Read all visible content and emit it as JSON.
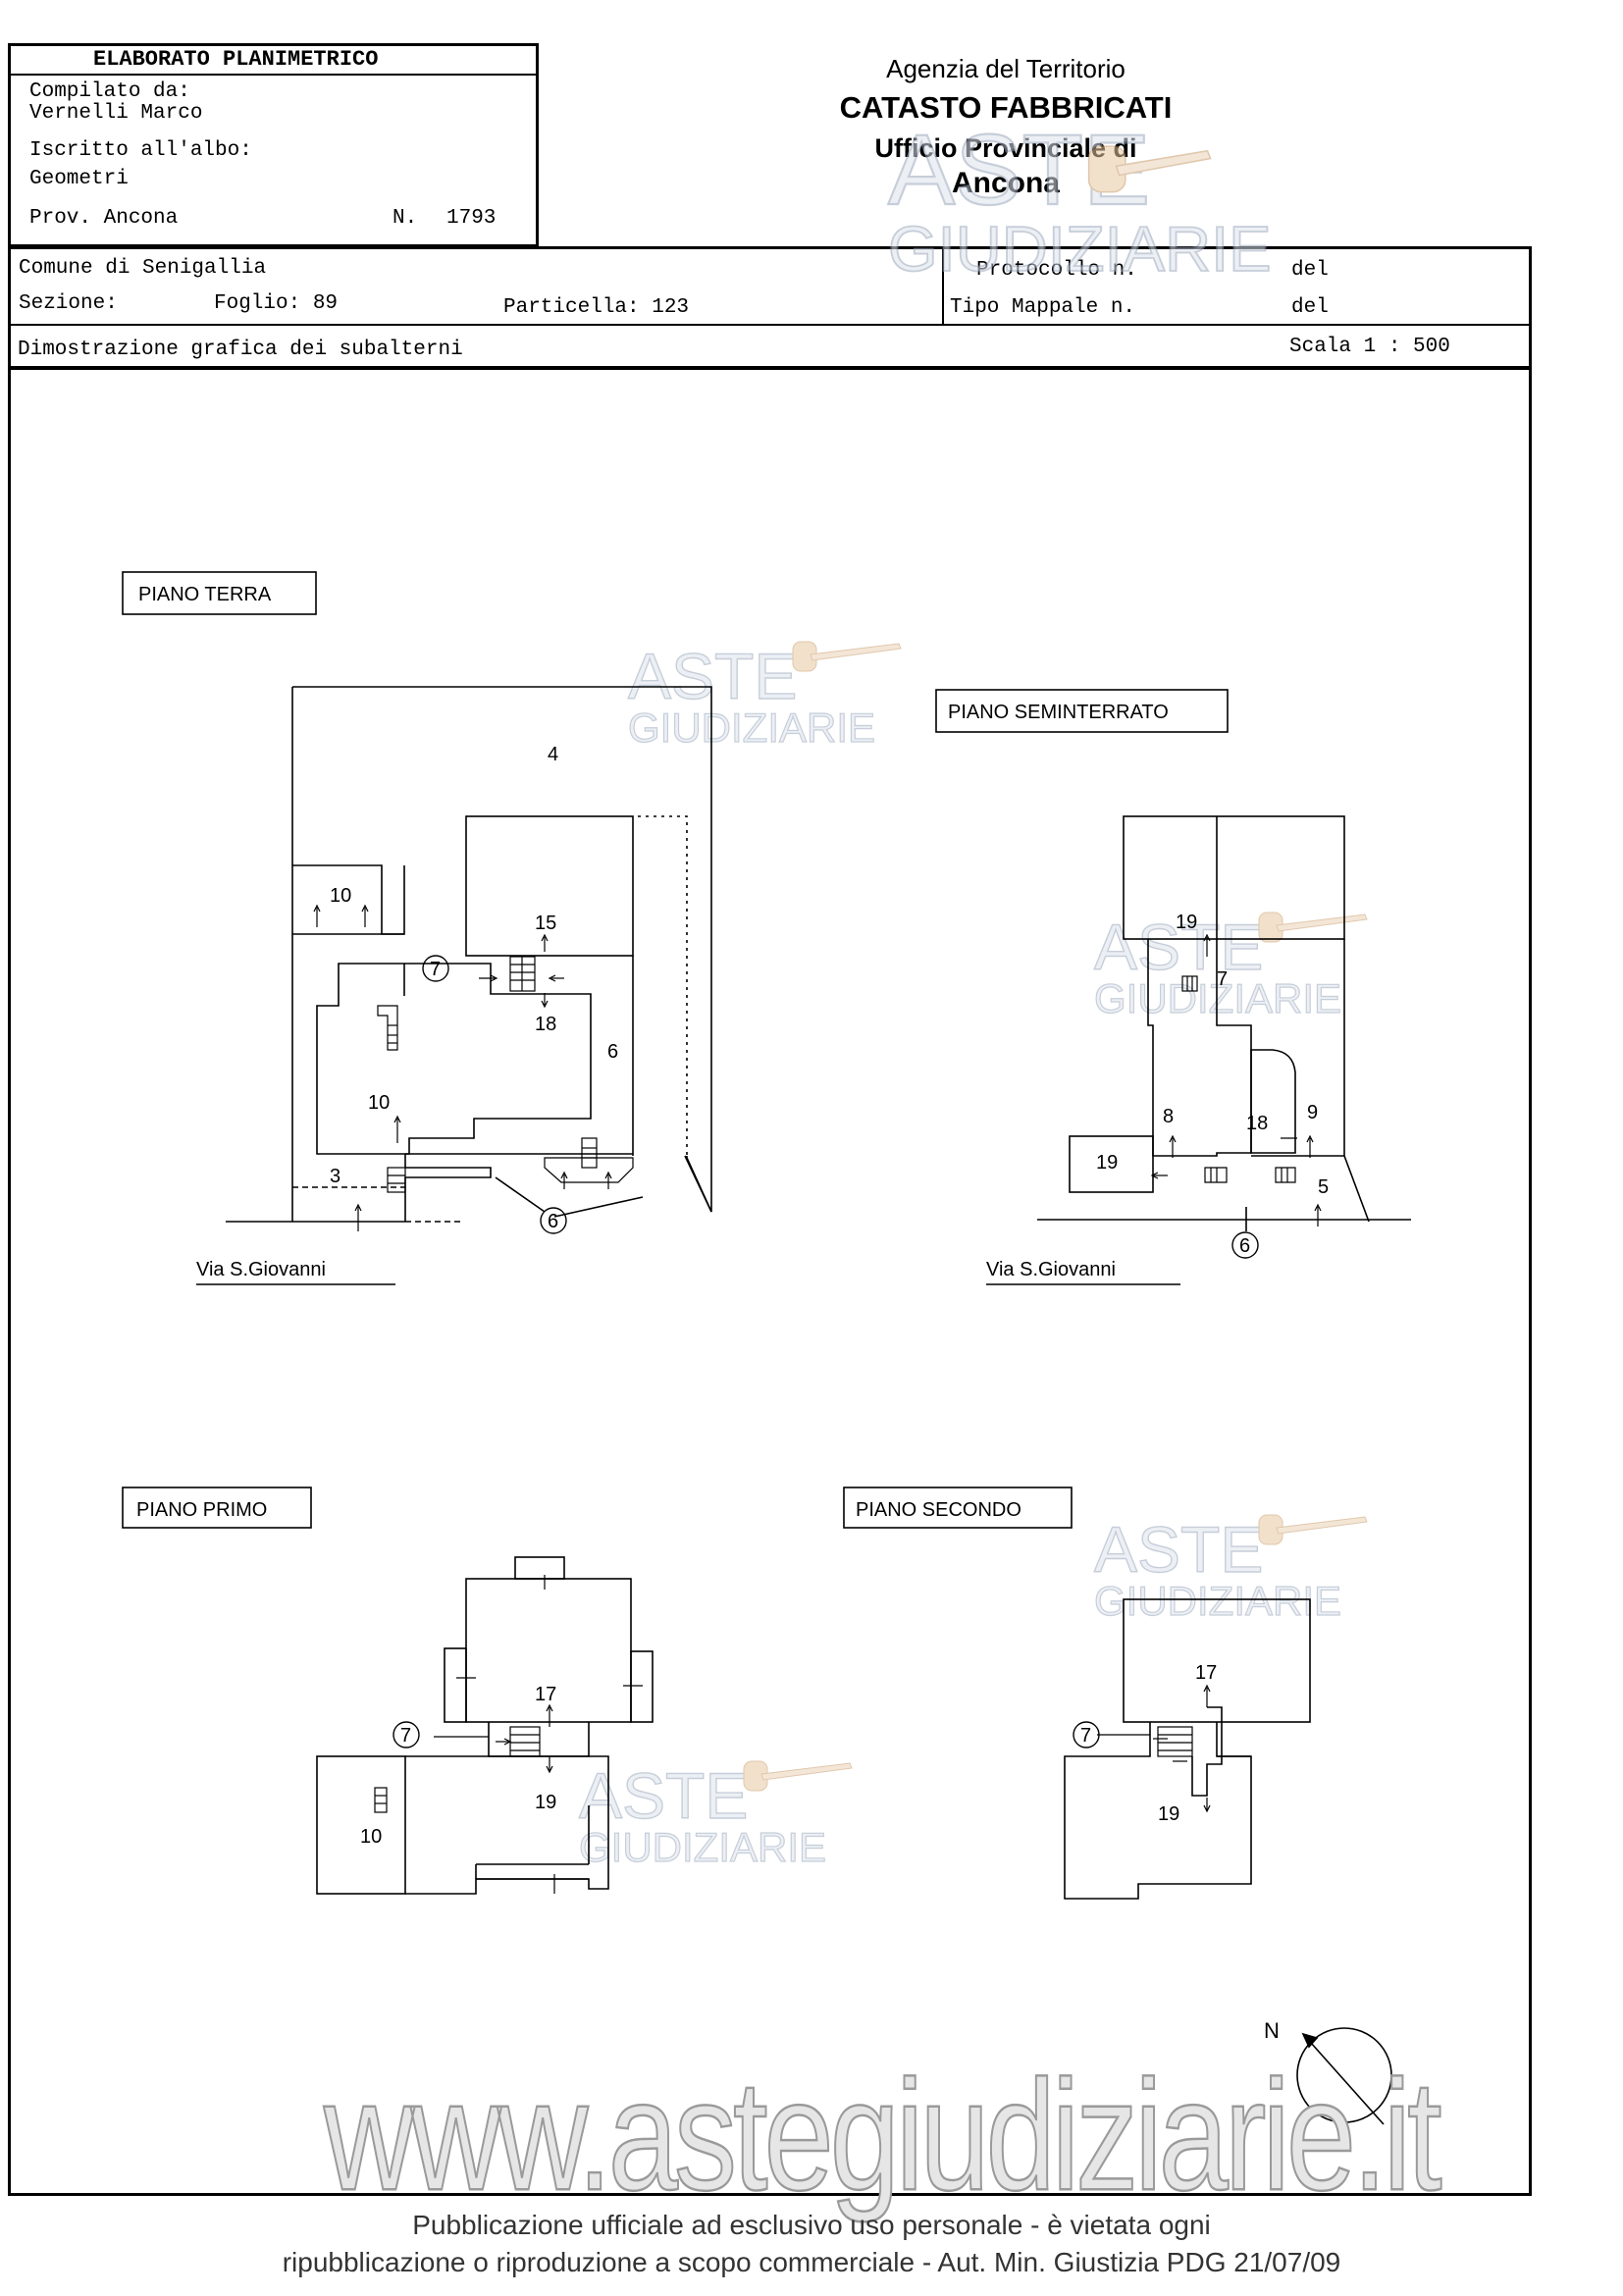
{
  "header": {
    "doc_title": "ELABORATO PLANIMETRICO",
    "compiled_label": "Compilato da:",
    "compiled_name": "Vernelli Marco",
    "albo_label": "Iscritto all'albo:",
    "albo_value": "Geometri",
    "prov_label": "Prov. Ancona",
    "num_label": "N.",
    "num_value": "1793",
    "agency_line1": "Agenzia del Territorio",
    "agency_line2": "CATASTO FABBRICATI",
    "agency_line3": "Ufficio Provinciale di",
    "agency_line4": "Ancona",
    "comune": "Comune di  Senigallia",
    "sezione": "Sezione:",
    "foglio": "Foglio: 89",
    "particella": "Particella: 123",
    "protocollo": "Protocollo n.",
    "protocollo_del": "del",
    "tipo_mappale": "Tipo Mappale n.",
    "tipo_del": "del",
    "dimostrazione": "Dimostrazione grafica dei subalterni",
    "scala": "Scala 1 : 500"
  },
  "plans": {
    "terra": {
      "title": "PIANO TERRA",
      "street": "Via S.Giovanni",
      "labels": [
        "4",
        "10",
        "15",
        "7",
        "18",
        "6",
        "10",
        "3",
        "6"
      ]
    },
    "seminterrato": {
      "title": "PIANO SEMINTERRATO",
      "street": "Via S.Giovanni",
      "labels": [
        "19",
        "7",
        "8",
        "18",
        "9",
        "19",
        "5",
        "6"
      ]
    },
    "primo": {
      "title": "PIANO PRIMO",
      "labels": [
        "17",
        "7",
        "19",
        "10"
      ]
    },
    "secondo": {
      "title": "PIANO SECONDO",
      "labels": [
        "17",
        "7",
        "19"
      ]
    }
  },
  "north_label": "N",
  "watermark": {
    "small_line1": "ASTE",
    "small_line2": "GIUDIZIARIE",
    "url": "www.astegiudiziarie.it"
  },
  "footer": {
    "line1": "Pubblicazione ufficiale ad esclusivo uso personale - è vietata ogni",
    "line2": "ripubblicazione o riproduzione a scopo commerciale - Aut. Min. Giustizia PDG 21/07/09"
  }
}
